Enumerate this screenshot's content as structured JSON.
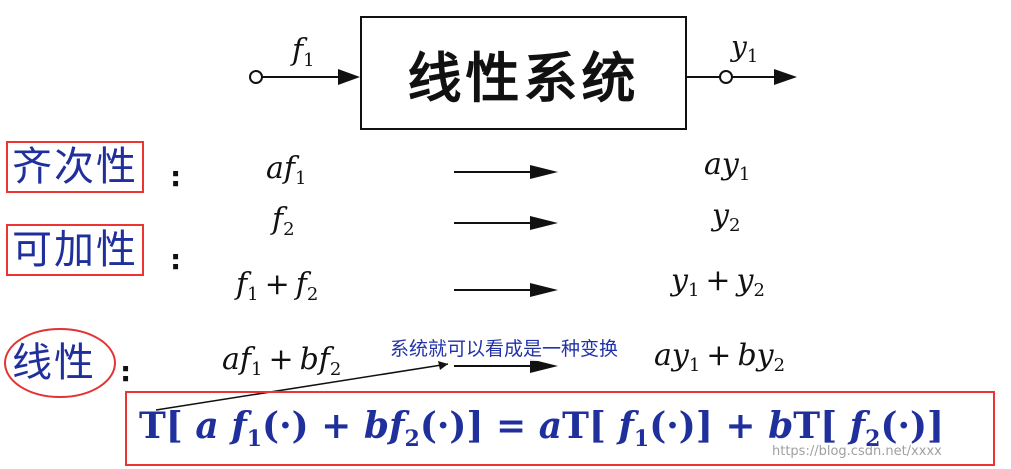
{
  "system": {
    "label": "线性系统"
  },
  "io": {
    "input_symbol": "f",
    "input_sub": "1",
    "output_symbol": "y",
    "output_sub": "1"
  },
  "properties": [
    {
      "label": "齐次性",
      "colon": ":",
      "rows": [
        {
          "lhs": [
            {
              "v": "af"
            },
            {
              "s": "1"
            }
          ],
          "rhs": [
            {
              "v": "ay"
            },
            {
              "s": "1"
            }
          ]
        }
      ]
    },
    {
      "label": "可加性",
      "colon": ":",
      "rows": [
        {
          "lhs": [
            {
              "v": "f"
            },
            {
              "s": "2"
            }
          ],
          "rhs": [
            {
              "v": "y"
            },
            {
              "s": "2"
            }
          ]
        },
        {
          "lhs": [
            {
              "v": "f"
            },
            {
              "s": "1"
            },
            {
              "o": "+"
            },
            {
              "v": "f"
            },
            {
              "s": "2"
            }
          ],
          "rhs": [
            {
              "v": "y"
            },
            {
              "s": "1"
            },
            {
              "o": "+"
            },
            {
              "v": "y"
            },
            {
              "s": "2"
            }
          ]
        }
      ]
    },
    {
      "label": "线性",
      "colon": ":",
      "rows": [
        {
          "lhs": [
            {
              "v": "af"
            },
            {
              "s": "1"
            },
            {
              "o": "+"
            },
            {
              "v": "bf"
            },
            {
              "s": "2"
            }
          ],
          "rhs": [
            {
              "v": "ay"
            },
            {
              "s": "1"
            },
            {
              "o": "+"
            },
            {
              "v": "by"
            },
            {
              "s": "2"
            }
          ]
        }
      ]
    }
  ],
  "annotation": "系统就可以看成是一种变换",
  "formula": [
    {
      "t": "T[ "
    },
    {
      "i": "a f"
    },
    {
      "sub": "1"
    },
    {
      "t": "(·) + "
    },
    {
      "i": "bf"
    },
    {
      "sub": "2"
    },
    {
      "t": "(·)] = "
    },
    {
      "i": "a"
    },
    {
      "t": "T[ "
    },
    {
      "i": "f"
    },
    {
      "sub": "1"
    },
    {
      "t": "(·)] + "
    },
    {
      "i": "b"
    },
    {
      "t": "T[ "
    },
    {
      "i": "f"
    },
    {
      "sub": "2"
    },
    {
      "t": "(·)]"
    }
  ],
  "watermark": "https://blog.csdn.net/xxxx",
  "colors": {
    "label_blue": "#1f2f9c",
    "box_red": "#e33333",
    "annotation_blue": "#2233aa"
  }
}
